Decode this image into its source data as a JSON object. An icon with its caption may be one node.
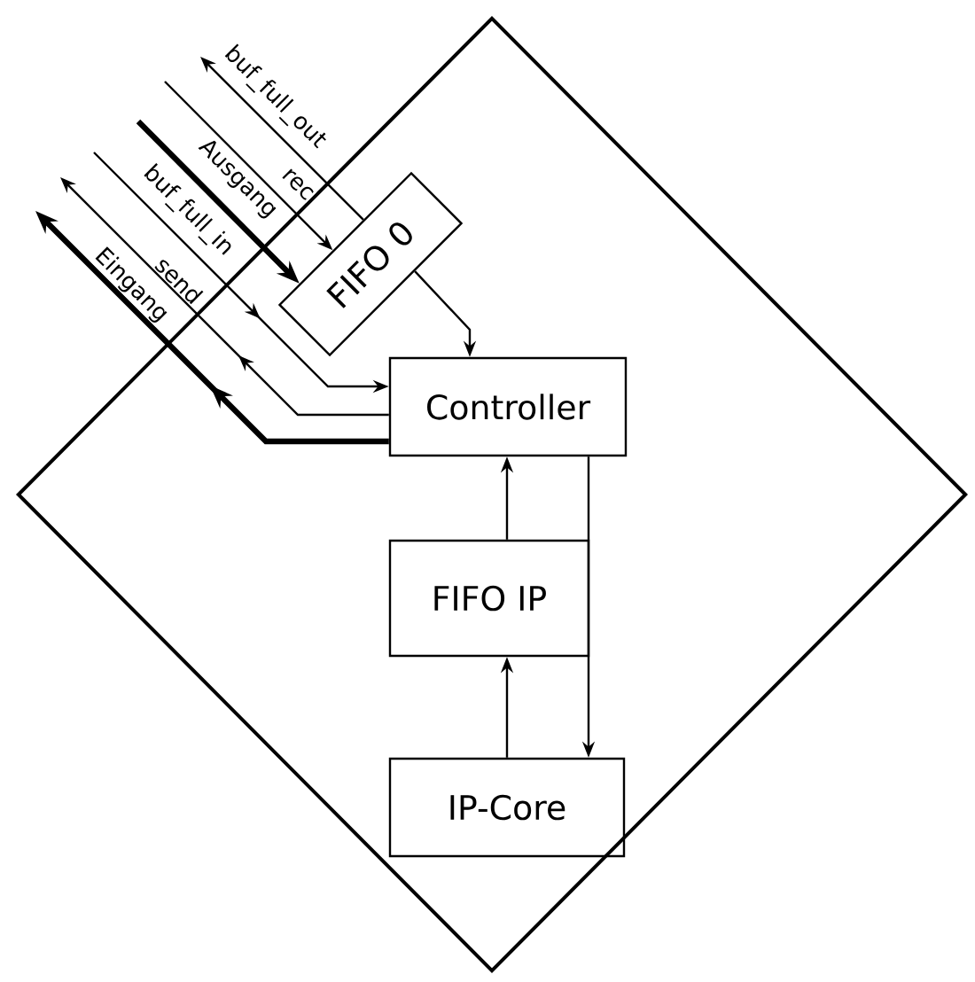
{
  "diagram": {
    "nodes": [
      {
        "text": [],
        "shape": "diamond"
      },
      {
        "text": [
          "FIFO 0"
        ],
        "in": 0
      },
      {
        "text": [
          "Controller"
        ],
        "in": 0
      },
      {
        "text": [
          "FIFO IP"
        ],
        "in": 0
      },
      {
        "text": [
          "IP-Core"
        ],
        "in": 0
      }
    ],
    "edges": [
      {
        "from": 1,
        "to": null,
        "arrow": "to",
        "label": "buf_full_out"
      },
      {
        "from": null,
        "to": 1,
        "arrow": "to",
        "label": "rec"
      },
      {
        "from": null,
        "to": 1,
        "arrow": "to",
        "label": "Ausgang",
        "style": "thick"
      },
      {
        "from": null,
        "to": 2,
        "arrow": "to",
        "label": "buf_full_in"
      },
      {
        "from": 2,
        "to": null,
        "arrow": "to",
        "label": "send"
      },
      {
        "from": 2,
        "to": null,
        "arrow": "to",
        "label": "Eingang",
        "style": "thick"
      },
      {
        "from": 1,
        "to": 2,
        "arrow": "to"
      },
      {
        "from": 3,
        "to": 2,
        "arrow": "to"
      },
      {
        "from": 2,
        "to": 4,
        "arrow": "to"
      },
      {
        "from": 4,
        "to": 3,
        "arrow": "to"
      }
    ]
  }
}
